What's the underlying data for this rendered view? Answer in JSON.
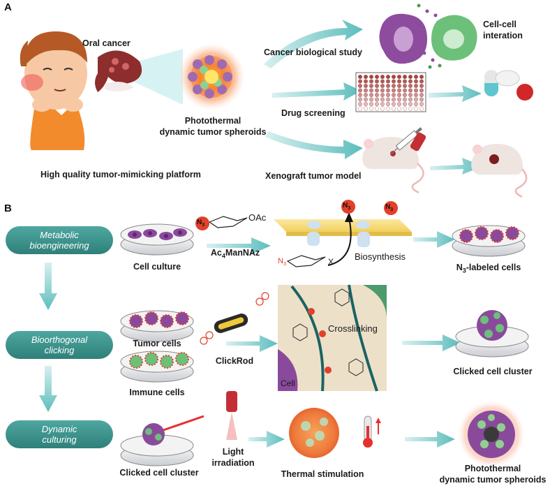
{
  "panelA": {
    "letter": "A",
    "oral_cancer": "Oral cancer",
    "spheroids_line1": "Photothermal",
    "spheroids_line2": "dynamic tumor spheroids",
    "platform": "High quality tumor-mimicking platform",
    "bio_study": "Cancer biological study",
    "cell_cell_line1": "Cell-cell",
    "cell_cell_line2": "interation",
    "drug": "Drug screening",
    "xeno": "Xenograft tumor model"
  },
  "panelB": {
    "letter": "B",
    "steps": [
      {
        "line1": "Metabolic",
        "line2": "bioengineering"
      },
      {
        "line1": "Bioorthogonal",
        "line2": "clicking"
      },
      {
        "line1": "Dynamic",
        "line2": "culturing"
      }
    ],
    "cell_culture": "Cell culture",
    "ac4_pre": "Ac",
    "ac4_sub": "4",
    "ac4_post": "ManNAz",
    "oac": "OAc",
    "n3": "N",
    "n3_sub": "3",
    "x": "X",
    "biosynthesis": "Biosynthesis",
    "n3_labeled_pre": "N",
    "n3_labeled_sub": "3",
    "n3_labeled_post": "-labeled cells",
    "tumor_cells": "Tumor cells",
    "immune_cells": "Immune cells",
    "clickrod": "ClickRod",
    "crosslinking": "Crosslinking",
    "cell": "Cell",
    "clicked_cluster": "Clicked cell cluster",
    "clicked_cluster2": "Clicked cell cluster",
    "light_line1": "Light",
    "light_line2": "irradiation",
    "thermal": "Thermal stimulation",
    "final_line1": "Photothermal",
    "final_line2": "dynamic tumor spheroids"
  },
  "colors": {
    "arrow": "#6ec6c6",
    "pill": "#3c938d",
    "tumor_cell": "#8a4a9c",
    "immune_cell": "#6cc07a",
    "azide": "#e2402a",
    "mouth": "#8e2d2d"
  }
}
